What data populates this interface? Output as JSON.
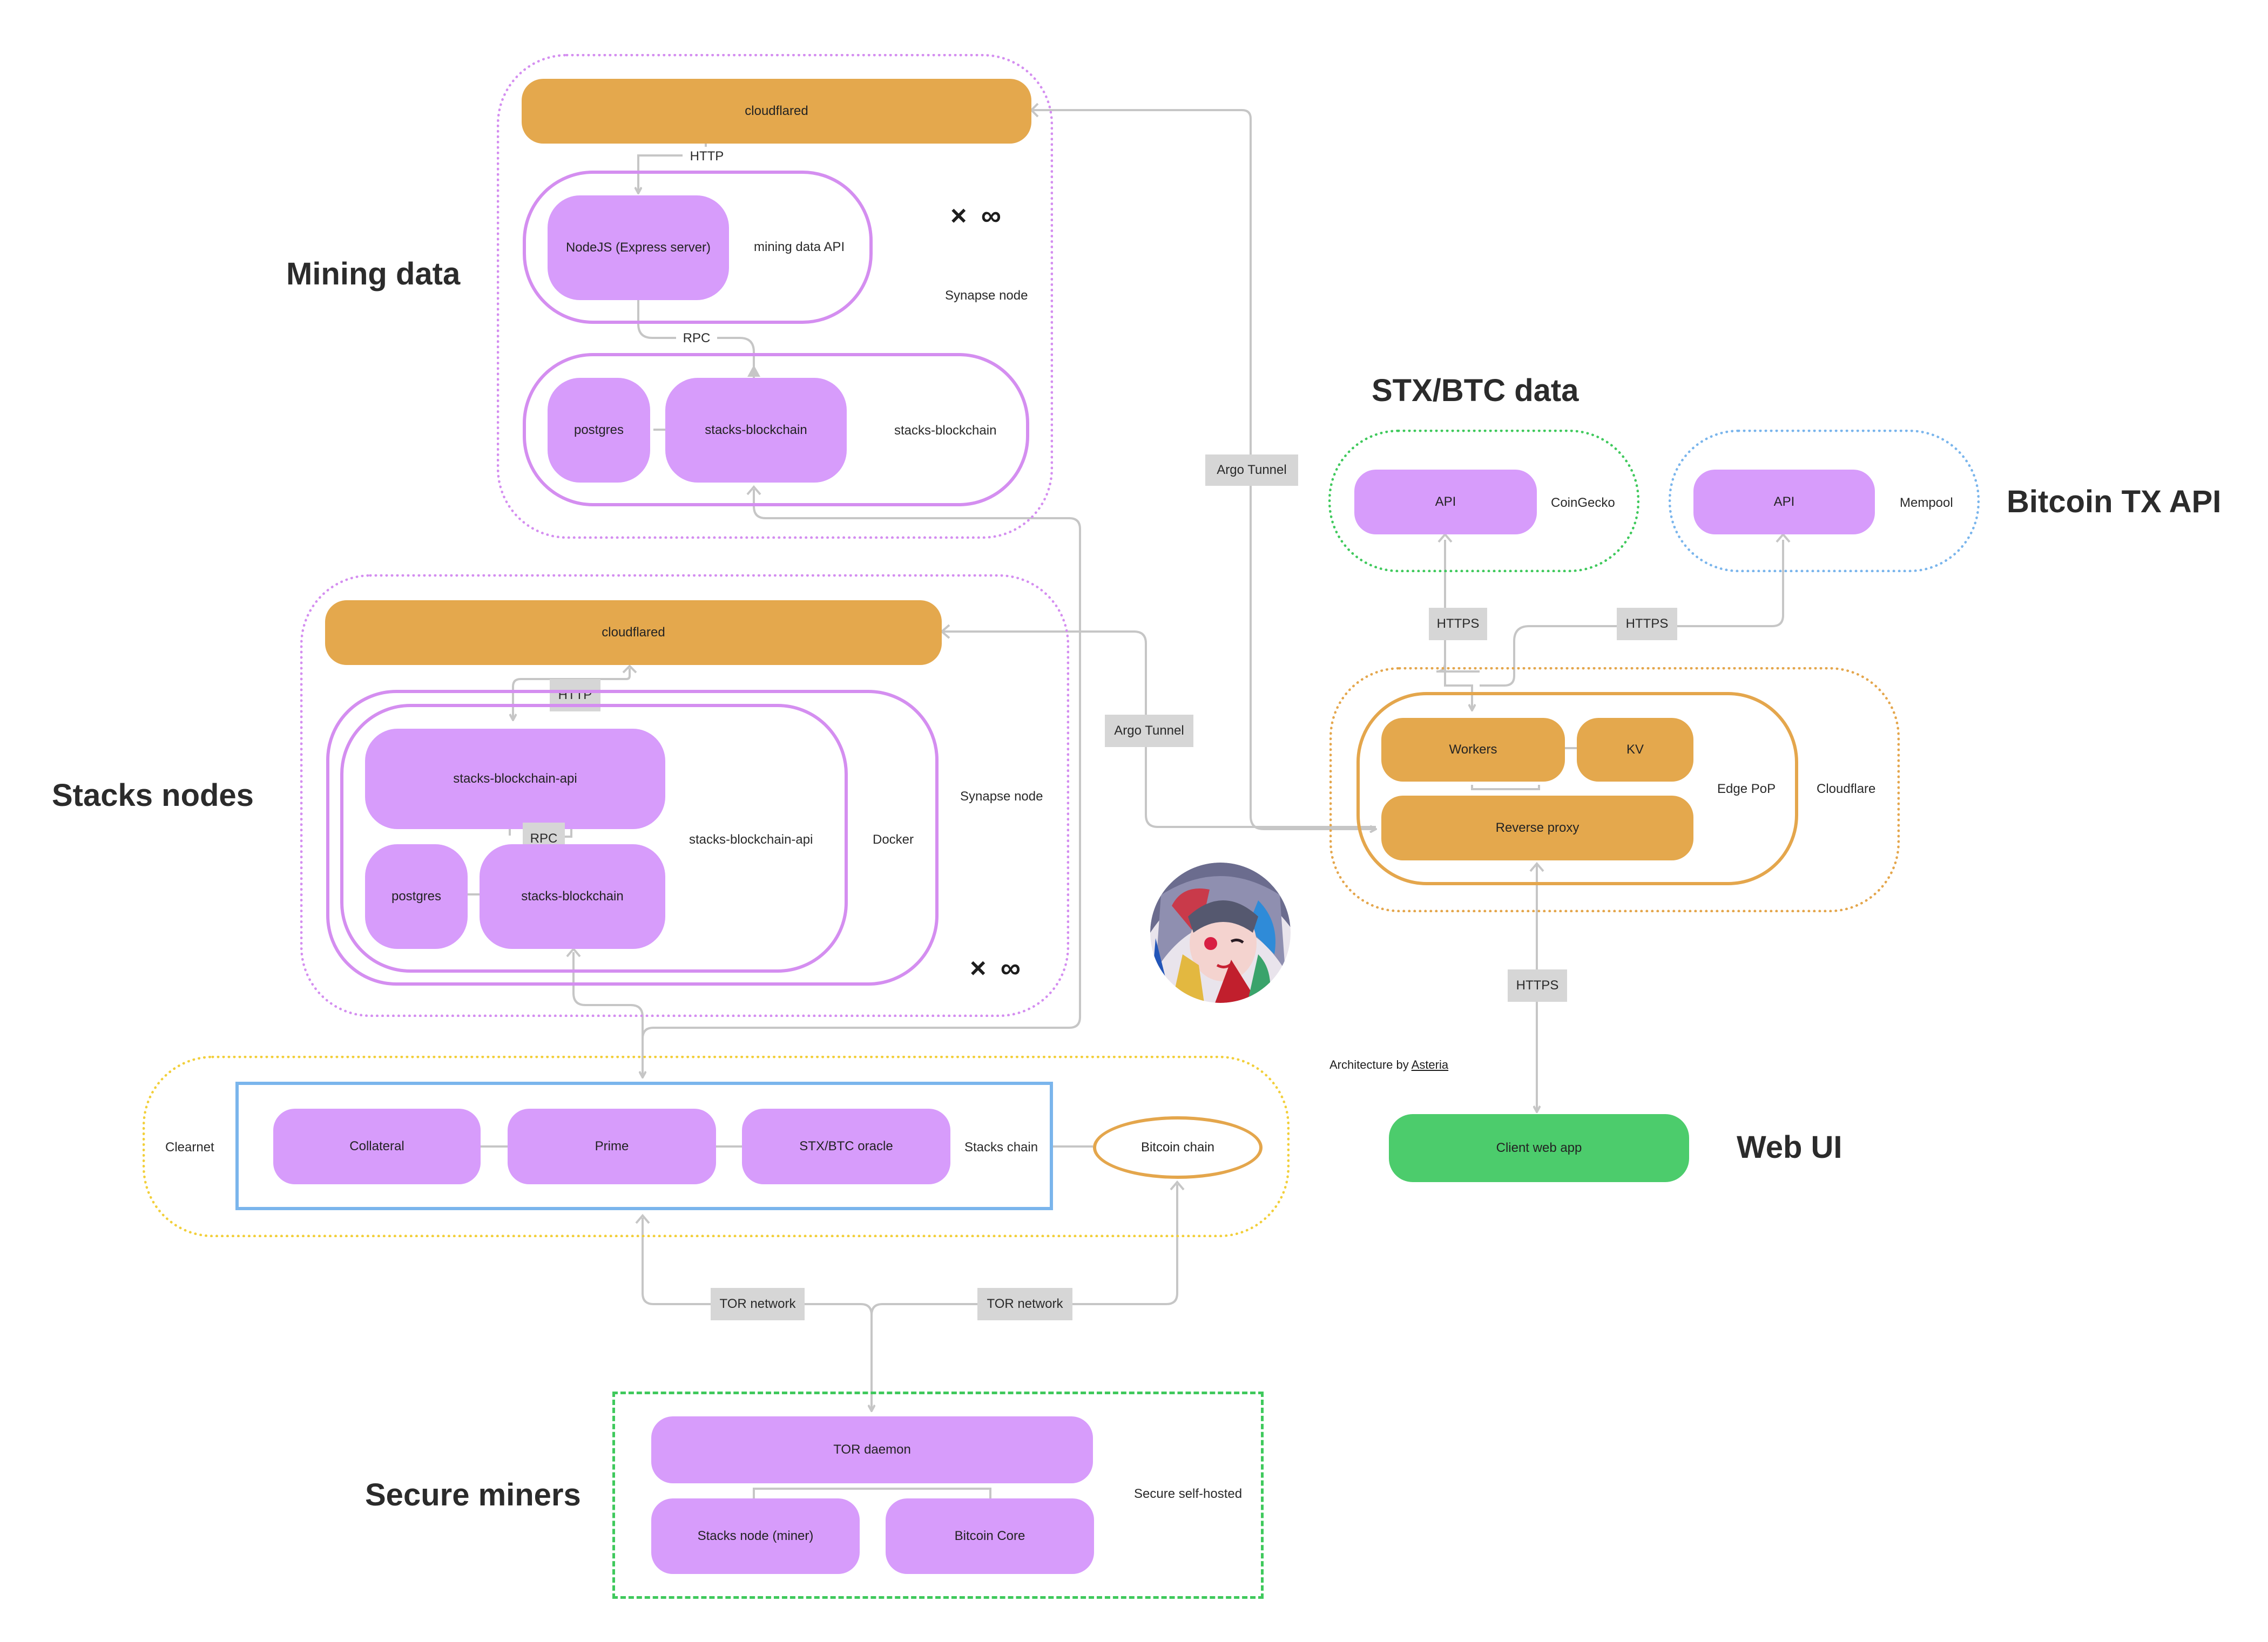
{
  "headings": {
    "mining_data": "Mining data",
    "stacks_nodes": "Stacks nodes",
    "stx_btc_data": "STX/BTC data",
    "bitcoin_tx_api": "Bitcoin TX API",
    "web_ui": "Web UI",
    "secure_miners": "Secure miners"
  },
  "mining": {
    "cloudflared": "cloudflared",
    "http": "HTTP",
    "nodejs": "NodeJS (Express server)",
    "api_label": "mining data API",
    "multiplier": "× ∞",
    "synapse": "Synapse node",
    "rpc": "RPC",
    "postgres": "postgres",
    "stacks_blockchain": "stacks-blockchain",
    "stacks_blockchain_group": "stacks-blockchain"
  },
  "stacks": {
    "cloudflared": "cloudflared",
    "http": "HTTP",
    "api_node": "stacks-blockchain-api",
    "rpc": "RPC",
    "postgres": "postgres",
    "stacks_blockchain": "stacks-blockchain",
    "api_group": "stacks-blockchain-api",
    "docker": "Docker",
    "synapse": "Synapse node",
    "multiplier": "× ∞"
  },
  "tunnels": {
    "mining": "Argo Tunnel",
    "stacks": "Argo Tunnel"
  },
  "stx_btc": {
    "api": "API",
    "provider": "CoinGecko",
    "https": "HTTPS"
  },
  "bitcoin_tx": {
    "api": "API",
    "provider": "Mempool",
    "https": "HTTPS"
  },
  "cloudflare": {
    "workers": "Workers",
    "kv": "KV",
    "reverse_proxy": "Reverse proxy",
    "edge_pop": "Edge PoP",
    "name": "Cloudflare",
    "https": "HTTPS"
  },
  "credit": {
    "prefix": "Architecture by",
    "author": "Asteria"
  },
  "web": {
    "client": "Client web app"
  },
  "clearnet": {
    "label": "Clearnet",
    "collateral": "Collateral",
    "prime": "Prime",
    "oracle": "STX/BTC oracle",
    "stacks_chain": "Stacks chain",
    "bitcoin_chain": "Bitcoin chain"
  },
  "tor": {
    "left": "TOR network",
    "right": "TOR network"
  },
  "miners": {
    "daemon": "TOR daemon",
    "stacks_node": "Stacks node (miner)",
    "bitcoin_core": "Bitcoin Core",
    "hosting": "Secure self-hosted"
  },
  "colors": {
    "violet_node": "#d79cfb",
    "orange_node": "#e4a84d",
    "green_node": "#4ccc6c",
    "connector": "#c6c6c6",
    "edge_label_bg": "#d6d6d6"
  }
}
